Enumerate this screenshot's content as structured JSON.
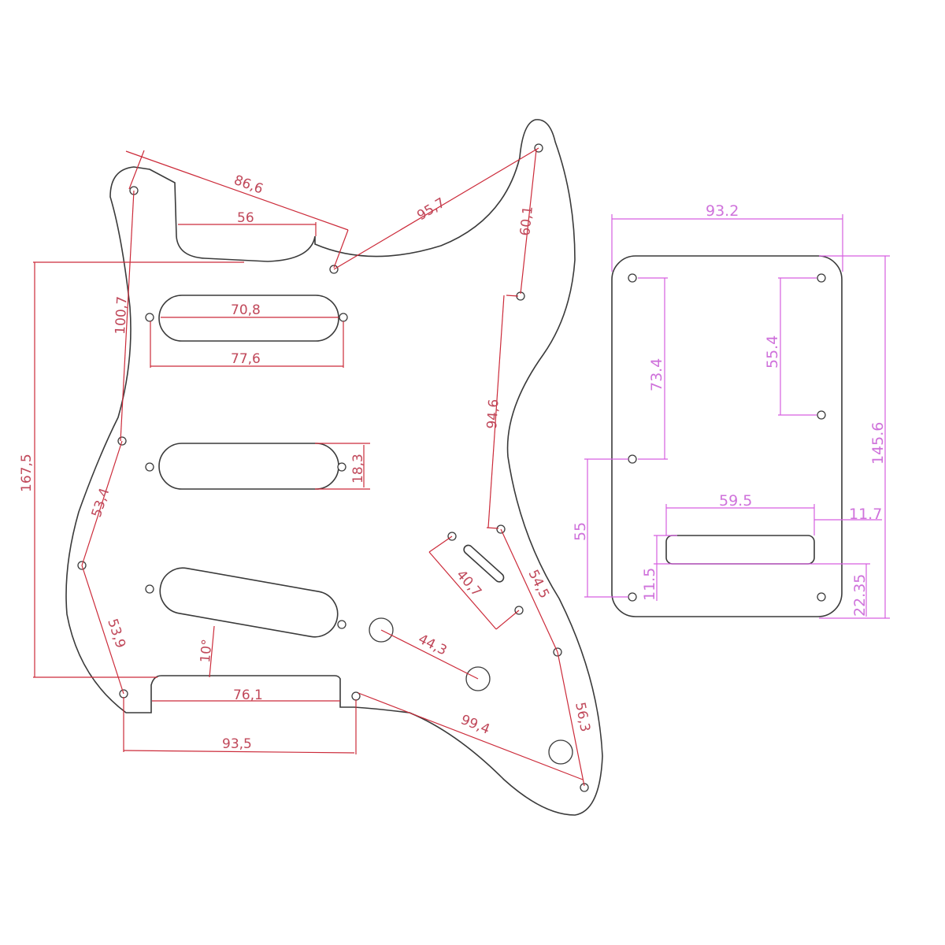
{
  "drawing": {
    "pickguard": {
      "label": "Stratocaster-style pickguard",
      "dimensions": {
        "d_86_6": "86,6",
        "d_56": "56",
        "d_95_7": "95,7",
        "d_60_1": "60,1",
        "d_70_8": "70,8",
        "d_77_6": "77,6",
        "d_100_7": "100,7",
        "d_167_5": "167,5",
        "d_18_3": "18,3",
        "d_94_6": "94,6",
        "d_53_4": "53,4",
        "d_53_9": "53,9",
        "d_40_7": "40,7",
        "d_54_5": "54,5",
        "d_10deg": "10°",
        "d_44_3": "44,3",
        "d_76_1": "76,1",
        "d_93_5": "93,5",
        "d_99_4": "99,4",
        "d_56_3": "56,3"
      },
      "colors": {
        "outline": "#3a3a3a",
        "dimension": "#cc2b3a"
      }
    },
    "backplate": {
      "label": "Tremolo back cover plate",
      "dimensions": {
        "width": "93.2",
        "height": "145.6",
        "hole_span_left": "73.4",
        "hole_span_right": "55.4",
        "left_lower": "55",
        "slot_width": "59.5",
        "slot_right_offset": "11.7",
        "slot_height": "11.5",
        "slot_bottom_offset": "22.35"
      },
      "colors": {
        "outline": "#3a3a3a",
        "dimension": "#d65fe0"
      }
    }
  }
}
